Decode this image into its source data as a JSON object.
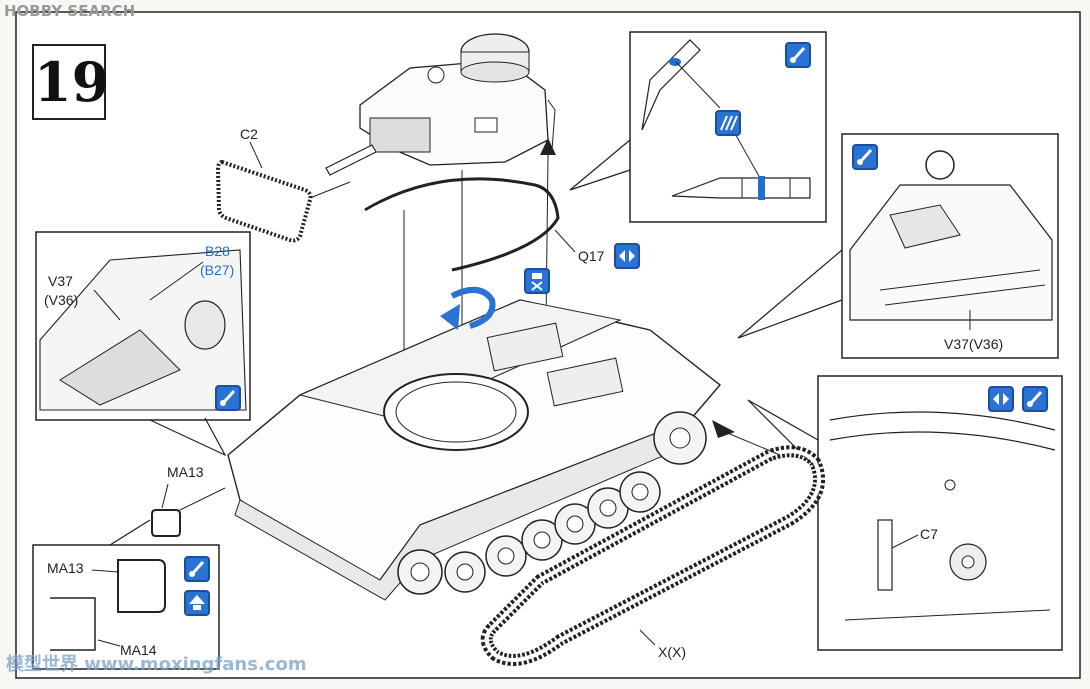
{
  "watermark": {
    "brand": "HOBBY SEARCH",
    "footer": "模型世界 www.moxingfans.com"
  },
  "step": {
    "number": "19"
  },
  "labels": {
    "c2": "C2",
    "q17": "Q17",
    "b28": "B28",
    "b27": "(B27)",
    "v37": "V37",
    "v36": "(V36)",
    "v37_v36": "V37(V36)",
    "ma13_main": "MA13",
    "ma13_detail": "MA13",
    "ma14": "MA14",
    "c7": "C7",
    "track": "X(X)"
  },
  "colors": {
    "accent": "#1f6fd0",
    "line": "#222222",
    "paper": "#f7f7f4"
  },
  "icons": [
    "paint-icon",
    "paint-stripe-icon",
    "optional-part-icon",
    "glue-icon",
    "rotate-arrow-icon",
    "side-choice-icon"
  ]
}
